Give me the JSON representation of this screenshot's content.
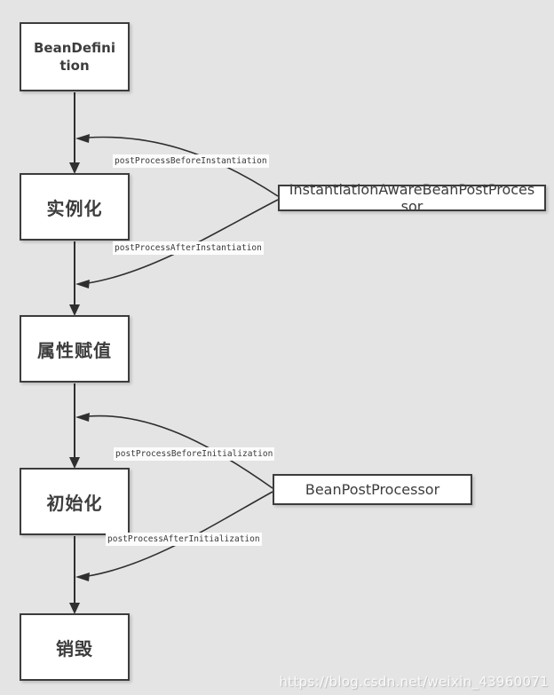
{
  "diagram": {
    "title_semantic": "Spring Bean lifecycle diagram",
    "colors": {
      "background": "#e4e4e4",
      "node_background": "#ffffff",
      "node_border": "#3c3c3c",
      "line": "#2f2f2f",
      "text": "#3d3d3d",
      "edge_label_background": "#fcfcfc"
    },
    "nodes": {
      "bean_definition": {
        "label": "BeanDefinition"
      },
      "instantiate": {
        "label": "实例化"
      },
      "populate": {
        "label": "属性赋值"
      },
      "initialize": {
        "label": "初始化"
      },
      "destroy": {
        "label": "销毁"
      },
      "instantiation_aware_bean_post_processor": {
        "label": "InstantiationAwareBeanPostProcessor"
      },
      "bean_post_processor": {
        "label": "BeanPostProcessor"
      }
    },
    "edge_labels": {
      "before_instantiation": "postProcessBeforeInstantiation",
      "after_instantiation": "postProcessAfterInstantiation",
      "before_initialization": "postProcessBeforeInitialization",
      "after_initialization": "postProcessAfterInitialization"
    },
    "flow_order": [
      "BeanDefinition",
      "实例化",
      "属性赋值",
      "初始化",
      "销毁"
    ],
    "watermark": "https://blog.csdn.net/weixin_43960071"
  }
}
